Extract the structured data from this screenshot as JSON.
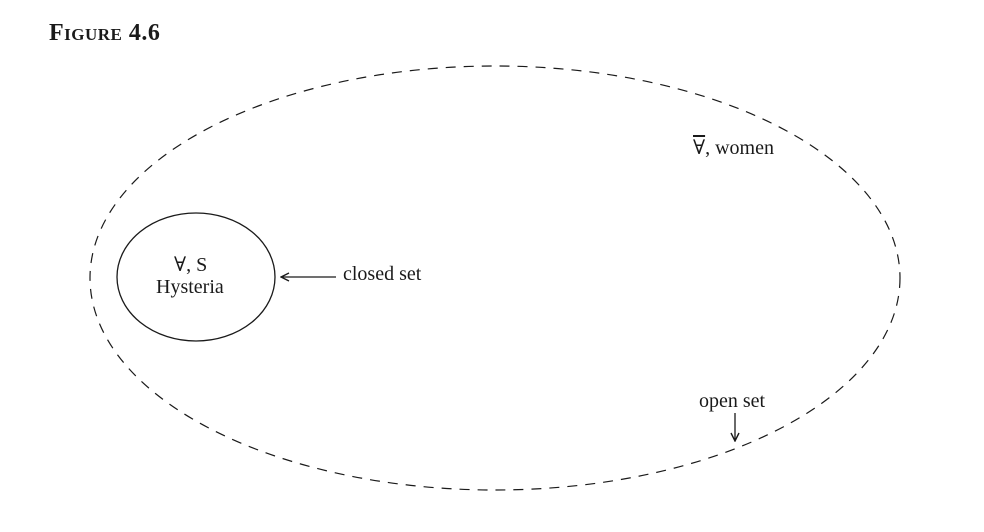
{
  "figure": {
    "title": "Figure 4.6"
  },
  "inner_set": {
    "symbol_line": "∀, S",
    "name": "Hysteria"
  },
  "outer_set": {
    "quantifier": "∀",
    "suffix": ", women"
  },
  "annotations": {
    "closed_set": "closed set",
    "open_set": "open set"
  },
  "colors": {
    "ink": "#1a1a1a",
    "background": "#ffffff"
  }
}
